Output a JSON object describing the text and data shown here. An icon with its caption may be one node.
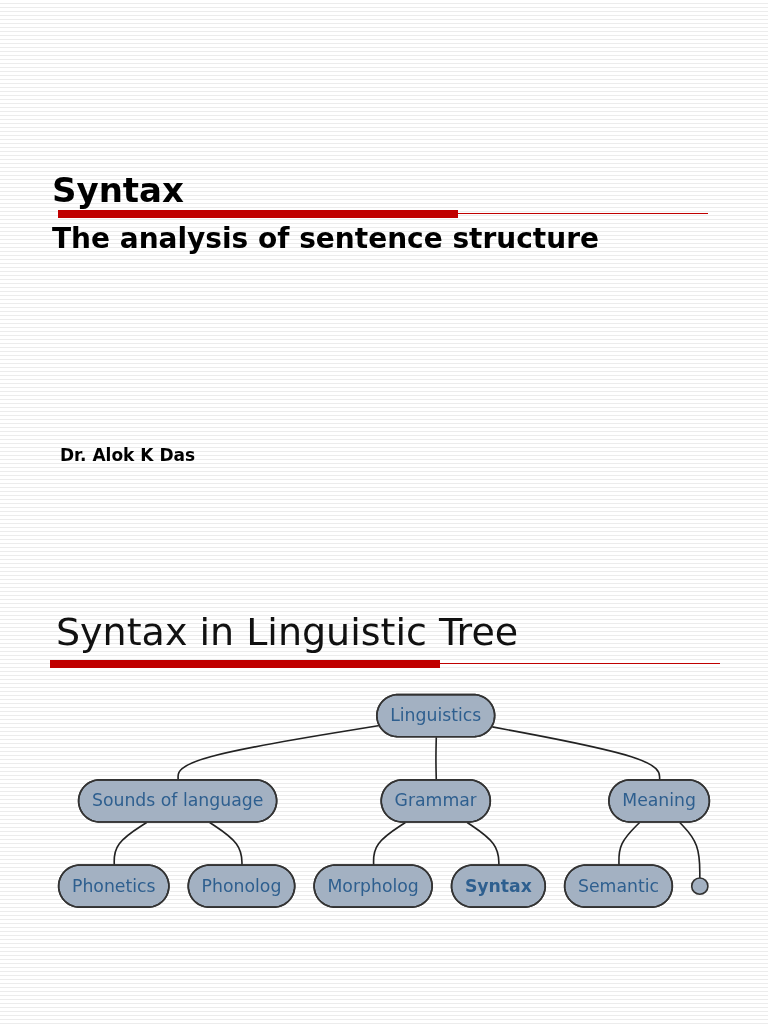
{
  "diagram": {
    "title": "Syntax",
    "labels": [
      "The analysis of sentence structure",
      "Dr. Alok K Das",
      "Syntax in Linguistic Tree"
    ],
    "nodes": [
      {
        "text": [
          "Linguistics"
        ]
      },
      {
        "text": [
          "Sounds of language"
        ]
      },
      {
        "text": [
          "Grammar"
        ]
      },
      {
        "text": [
          "Meaning"
        ]
      },
      {
        "text": [
          "Phonetics"
        ]
      },
      {
        "text": [
          "Phonolog"
        ]
      },
      {
        "text": [
          "Morpholog"
        ]
      },
      {
        "text": [
          "Syntax"
        ]
      },
      {
        "text": [
          "Semantic"
        ]
      },
      {
        "text": [],
        "shape": "circle"
      }
    ],
    "edges": [
      {
        "from": 0,
        "to": 1,
        "arrow": "none"
      },
      {
        "from": 0,
        "to": 2,
        "arrow": "none"
      },
      {
        "from": 0,
        "to": 3,
        "arrow": "none"
      },
      {
        "from": 1,
        "to": 4,
        "arrow": "none"
      },
      {
        "from": 1,
        "to": 5,
        "arrow": "none"
      },
      {
        "from": 2,
        "to": 6,
        "arrow": "none"
      },
      {
        "from": 2,
        "to": 7,
        "arrow": "none"
      },
      {
        "from": 3,
        "to": 8,
        "arrow": "none"
      },
      {
        "from": 3,
        "to": 9,
        "arrow": "none"
      }
    ]
  }
}
